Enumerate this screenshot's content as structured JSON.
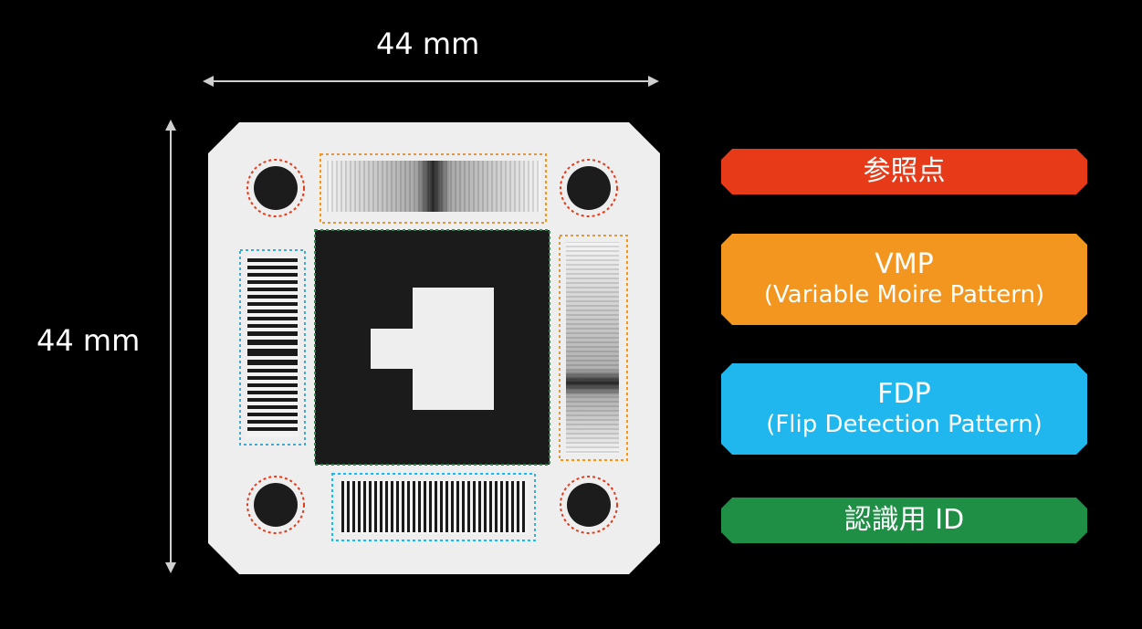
{
  "dimensions": {
    "width_label": "44 mm",
    "height_label": "44 mm"
  },
  "legend": [
    {
      "key": "reference",
      "line1": "参照点",
      "line2": "",
      "color": "#e63a19"
    },
    {
      "key": "vmp",
      "line1": "VMP",
      "line2": "(Variable Moire Pattern)",
      "color": "#f29620"
    },
    {
      "key": "fdp",
      "line1": "FDP",
      "line2": "(Flip Detection Pattern)",
      "color": "#1fb7ed"
    },
    {
      "key": "id",
      "line1": "認識用 ID",
      "line2": "",
      "color": "#1e8f45"
    }
  ],
  "colors": {
    "background": "#000000",
    "marker_body": "#eeeeee",
    "reference_outline": "#e63a19",
    "vmp_outline": "#f29620",
    "fdp_outline": "#1fb7ed",
    "id_outline": "#1e8f45"
  }
}
